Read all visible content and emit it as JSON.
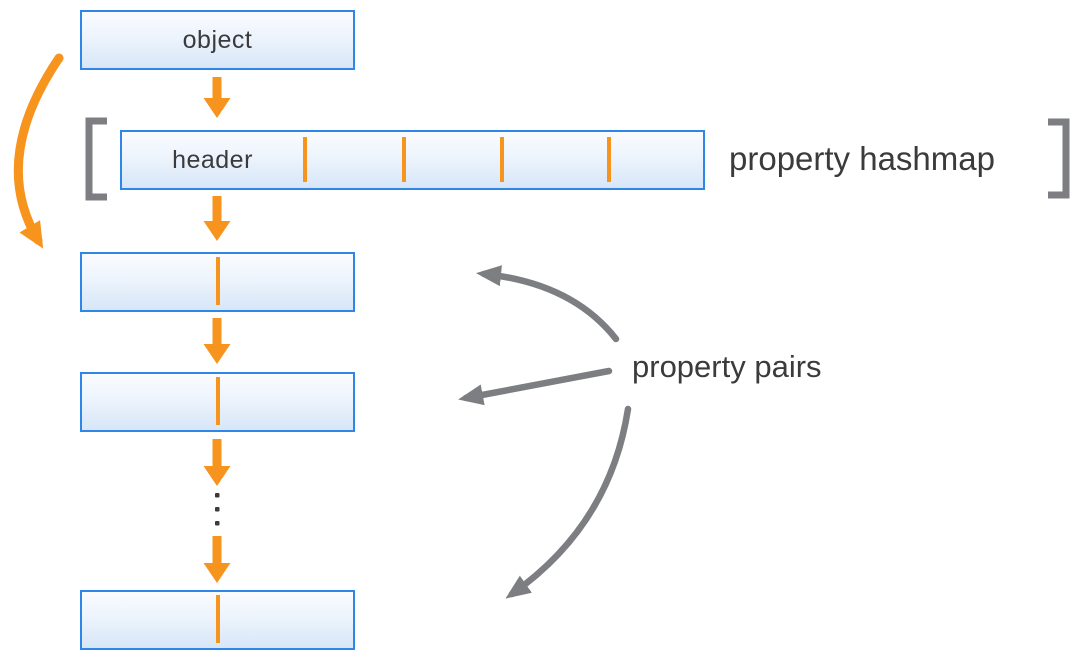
{
  "diagram": {
    "object_box": {
      "label": "object"
    },
    "hashmap": {
      "label": "property hashmap",
      "header_box": {
        "label": "header"
      },
      "slot_divider_count": 4
    },
    "pairs": {
      "label": "property pairs",
      "box_count": 3,
      "ellipsis_dot_count": 3
    }
  },
  "colors": {
    "orange": "#F7941E",
    "blue": "#2E86E6",
    "gray": "#7C7E81",
    "ink": "#3B3B3D",
    "box_top": "#FAFCFF",
    "box_bottom": "#D7E6F8"
  }
}
